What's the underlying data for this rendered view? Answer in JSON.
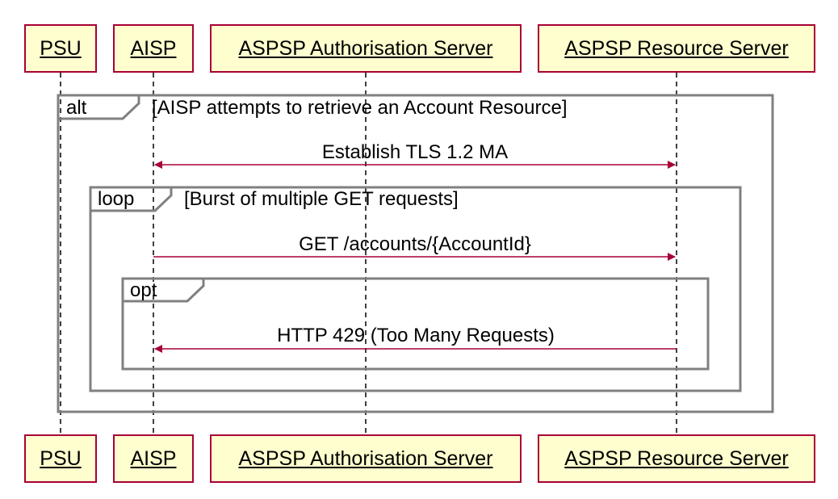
{
  "participants": [
    "PSU",
    "AISP",
    "ASPSP Authorisation Server",
    "ASPSP Resource Server"
  ],
  "fragments": [
    {
      "operator": "alt",
      "guard": "[AISP attempts to retrieve an Account Resource]"
    },
    {
      "operator": "loop",
      "guard": "[Burst of multiple GET requests]"
    },
    {
      "operator": "opt",
      "guard": ""
    }
  ],
  "messages": [
    {
      "label": "Establish TLS 1.2 MA",
      "from": "AISP",
      "to": "ASPSP Resource Server",
      "bidirectional": true
    },
    {
      "label": "GET /accounts/{AccountId}",
      "from": "AISP",
      "to": "ASPSP Resource Server",
      "bidirectional": false
    },
    {
      "label": "HTTP 429 (Too Many Requests)",
      "from": "ASPSP Resource Server",
      "to": "AISP",
      "bidirectional": false
    }
  ],
  "colors": {
    "participant_border": "#a80036",
    "participant_fill": "#fefece",
    "arrow": "#a80036",
    "fragment_border": "#808080",
    "lifeline": "#000000"
  }
}
